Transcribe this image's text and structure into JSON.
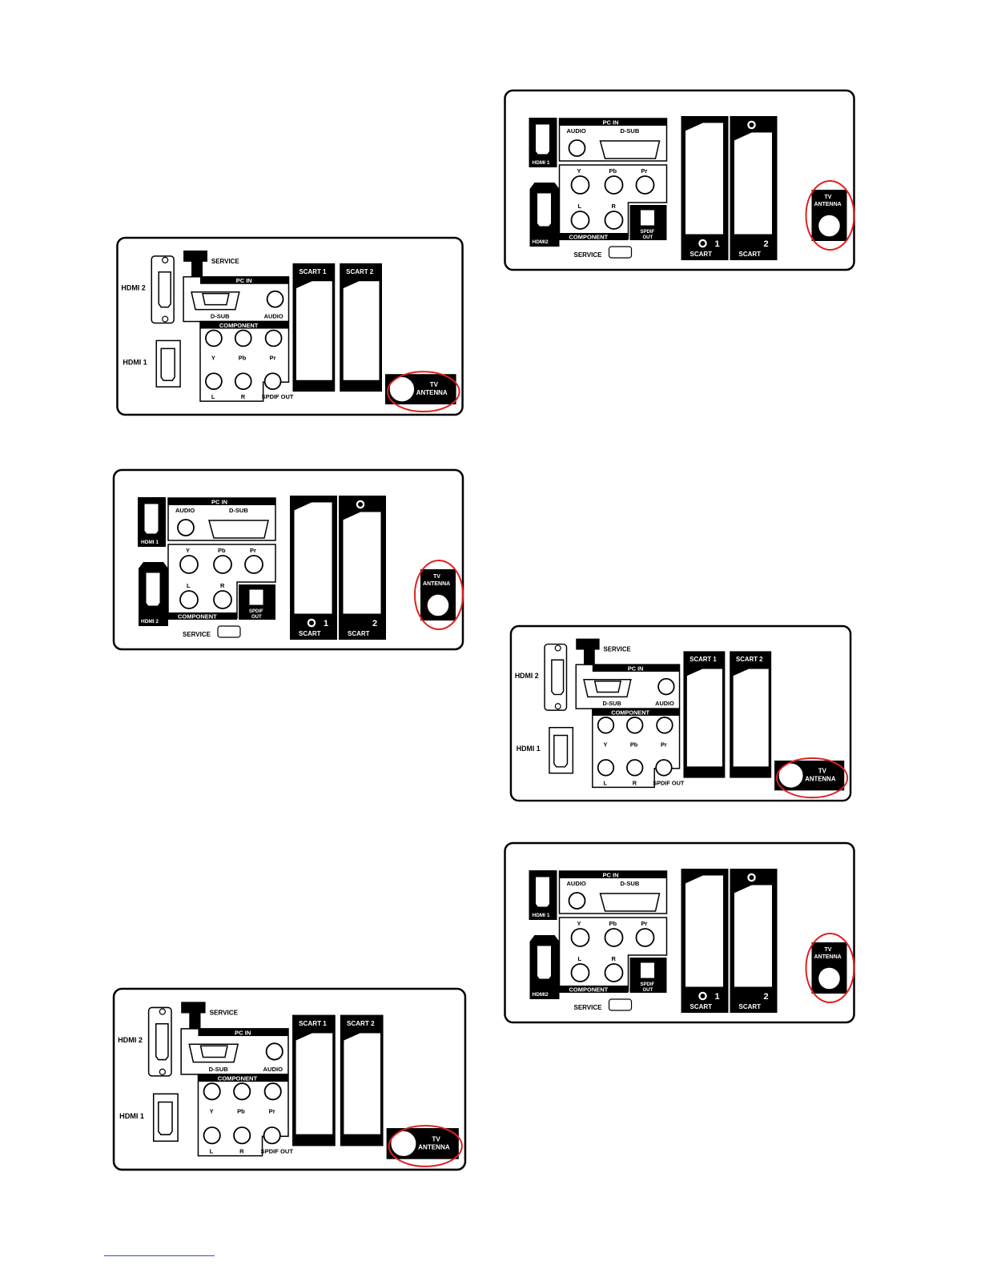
{
  "labels": {
    "hdmi1": "HDMI 1",
    "hdmi2": "HDMI 2",
    "hdmi1_small": "HDMI 1",
    "hdmi2_small": "HDMI2",
    "service": "SERVICE",
    "pc_in": "PC IN",
    "dsub": "D-SUB",
    "audio": "AUDIO",
    "component": "COMPONENT",
    "y": "Y",
    "pb": "Pb",
    "pr": "Pr",
    "l": "L",
    "r": "R",
    "spdif_out": "SPDIF OUT",
    "spdif": "SPDIF",
    "out": "OUT",
    "scart1": "SCART 1",
    "scart2": "SCART 2",
    "scart": "SCART",
    "num1": "1",
    "num2": "2",
    "tv": "TV",
    "antenna": "ANTENNA"
  },
  "highlight_color": "#e02020",
  "icons": [
    "hdmi-port-icon",
    "vga-port-icon",
    "rca-jack-icon",
    "scart-port-icon",
    "antenna-jack-icon",
    "optical-port-icon",
    "service-port-icon"
  ]
}
